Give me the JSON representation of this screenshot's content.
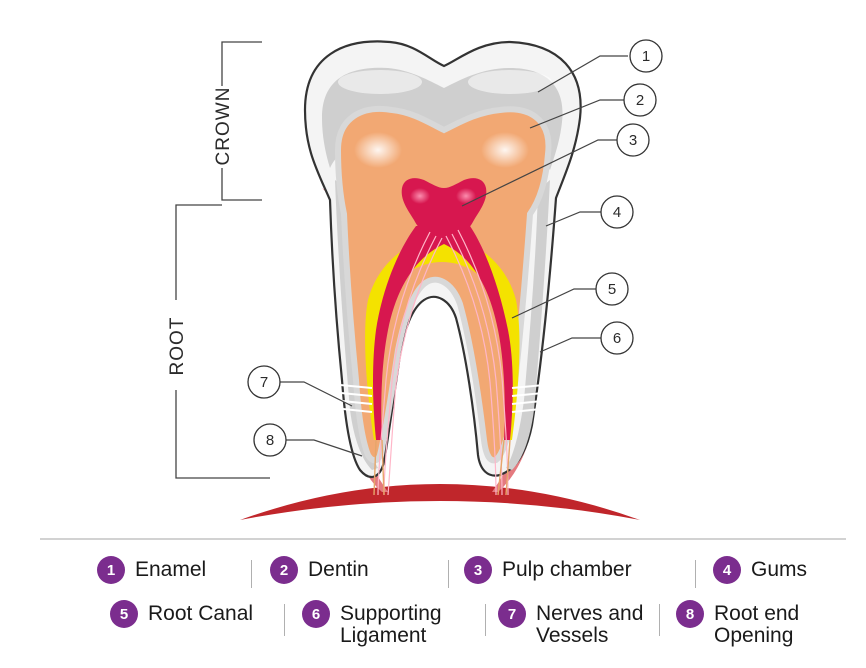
{
  "diagram": {
    "brackets": {
      "crown": "CROWN",
      "root": "ROOT"
    },
    "callouts": [
      "1",
      "2",
      "3",
      "4",
      "5",
      "6",
      "7",
      "8"
    ],
    "colors": {
      "enamel": "#e9e9e9",
      "dentin": "#f2a873",
      "pulp": "#d7174f",
      "gums": "#e47a7f",
      "root_canal": "#f4e200",
      "ligament": "#cfcfcf",
      "jaw": "#c0262b",
      "badge": "#7b2d8e"
    }
  },
  "legend": [
    {
      "num": "1",
      "label": "Enamel"
    },
    {
      "num": "2",
      "label": "Dentin"
    },
    {
      "num": "3",
      "label": "Pulp chamber"
    },
    {
      "num": "4",
      "label": "Gums"
    },
    {
      "num": "5",
      "label": "Root Canal"
    },
    {
      "num": "6",
      "label": "Supporting\nLigament"
    },
    {
      "num": "7",
      "label": "Nerves and\nVessels"
    },
    {
      "num": "8",
      "label": "Root end\nOpening"
    }
  ]
}
